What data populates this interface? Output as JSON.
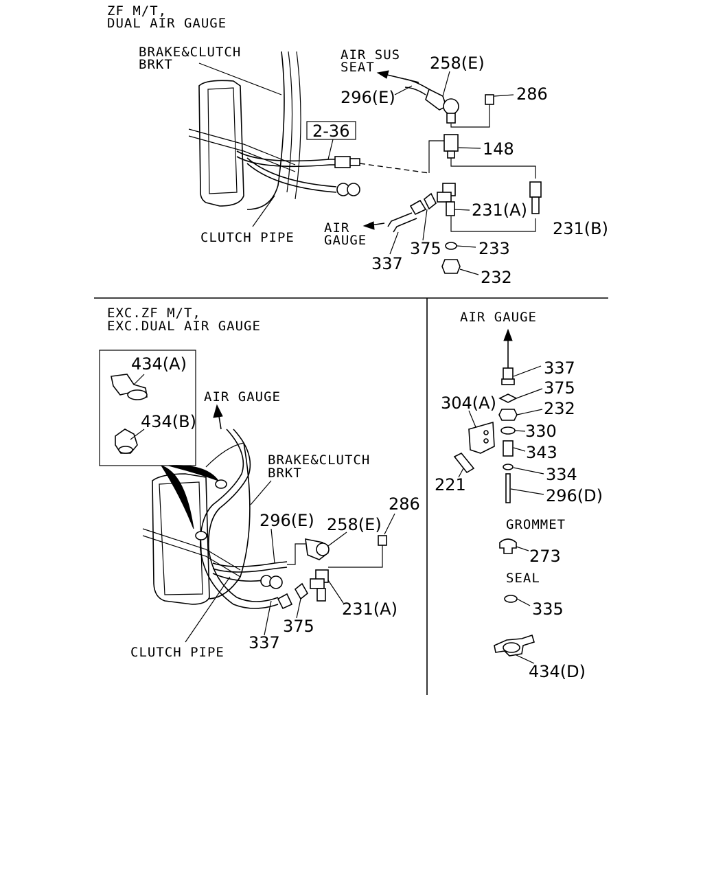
{
  "top": {
    "title_line1": "ZF M/T,",
    "title_line2": "DUAL AIR GAUGE",
    "brake_clutch_1": "BRAKE&CLUTCH",
    "brake_clutch_2": "BRKT",
    "air_sus_1": "AIR SUS",
    "air_sus_2": "SEAT",
    "ref_box": "2-36",
    "clutch_pipe": "CLUTCH PIPE",
    "air_gauge_1": "AIR",
    "air_gauge_2": "GAUGE",
    "p258e": "258(E)",
    "p296e": "296(E)",
    "p286": "286",
    "p148": "148",
    "p231a": "231(A)",
    "p231b": "231(B)",
    "p375": "375",
    "p233": "233",
    "p337": "337",
    "p232": "232"
  },
  "bottom_left": {
    "title_line1": "EXC.ZF M/T,",
    "title_line2": "EXC.DUAL AIR GAUGE",
    "p434a": "434(A)",
    "p434b": "434(B)",
    "air_gauge": "AIR GAUGE",
    "brake_clutch_1": "BRAKE&CLUTCH",
    "brake_clutch_2": "BRKT",
    "p296e": "296(E)",
    "p258e": "258(E)",
    "p286": "286",
    "p231a": "231(A)",
    "p375": "375",
    "p337": "337",
    "clutch_pipe": "CLUTCH PIPE"
  },
  "bottom_right": {
    "air_gauge": "AIR GAUGE",
    "p337": "337",
    "p375": "375",
    "p232": "232",
    "p304a": "304(A)",
    "p330": "330",
    "p343": "343",
    "p334": "334",
    "p221": "221",
    "p296d": "296(D)",
    "grommet": "GROMMET",
    "p273": "273",
    "seal": "SEAL",
    "p335": "335",
    "p434d": "434(D)"
  }
}
